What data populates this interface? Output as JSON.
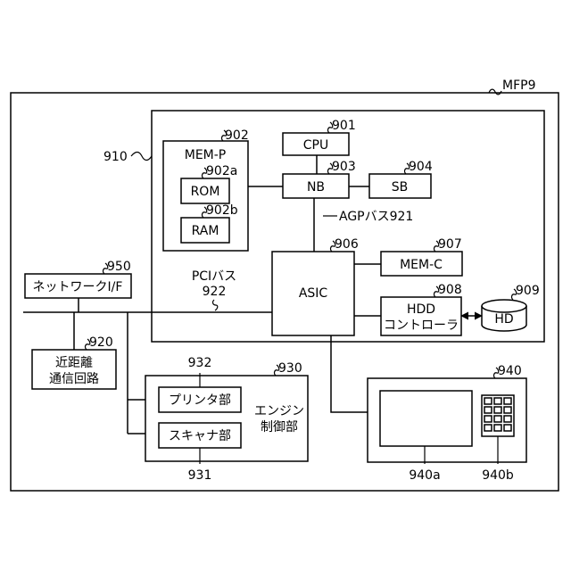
{
  "colors": {
    "line": "#000000",
    "background": "#ffffff"
  },
  "mfp": {
    "ref": "MFP9"
  },
  "controller": {
    "ref": "910"
  },
  "mem_p": {
    "label": "MEM-P",
    "ref": "902"
  },
  "rom": {
    "label": "ROM",
    "ref": "902a"
  },
  "ram": {
    "label": "RAM",
    "ref": "902b"
  },
  "cpu": {
    "label": "CPU",
    "ref": "901"
  },
  "nb": {
    "label": "NB",
    "ref": "903"
  },
  "sb": {
    "label": "SB",
    "ref": "904"
  },
  "agp": {
    "label": "AGPバス921"
  },
  "asic": {
    "label": "ASIC",
    "ref": "906"
  },
  "mem_c": {
    "label": "MEM-C",
    "ref": "907"
  },
  "hdd_controller": {
    "line1": "HDD",
    "line2": "コントローラ",
    "ref": "908"
  },
  "hd": {
    "label": "HD",
    "ref": "909"
  },
  "pci_bus": {
    "label": "PCIバス",
    "ref": "922"
  },
  "network_if": {
    "label": "ネットワークI/F",
    "ref": "950"
  },
  "short_range": {
    "line1": "近距離",
    "line2": "通信回路",
    "ref": "920"
  },
  "engine": {
    "line1": "エンジン",
    "line2": "制御部",
    "ref": "930"
  },
  "printer": {
    "label": "プリンタ部",
    "ref": "932"
  },
  "scanner": {
    "label": "スキャナ部",
    "ref": "931"
  },
  "operation_panel": {
    "ref": "940"
  },
  "display": {
    "ref": "940a"
  },
  "keypad": {
    "ref": "940b"
  }
}
